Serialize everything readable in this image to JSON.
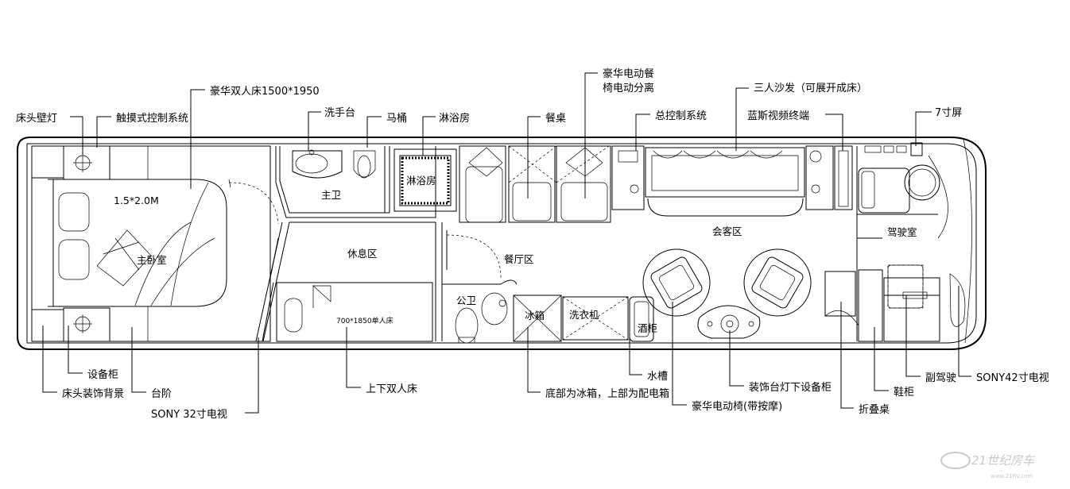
{
  "callouts_top": {
    "bedside_lamp": "床头壁灯",
    "touch_control": "触摸式控制系统",
    "luxury_bed": "豪华双人床1500*1950",
    "wash_basin": "洗手台",
    "toilet": "马桶",
    "shower": "淋浴房",
    "dining_table": "餐桌",
    "dining_chair_line1": "豪华电动餐",
    "dining_chair_line2": "椅电动分离",
    "master_control": "总控制系统",
    "sofa": "三人沙发（可展开成床）",
    "bluesky_terminal": "蓝斯视频终端",
    "screen7": "7寸屏"
  },
  "callouts_bottom": {
    "equipment_cabinet": "设备柜",
    "headboard_bg": "床头装饰背景",
    "step": "台阶",
    "sony32": "SONY 32寸电视",
    "bunk_bed": "上下双人床",
    "fridge_note": "底部为冰箱，上部为配电箱",
    "sink": "水槽",
    "luxury_chair": "豪华电动椅(带按摩)",
    "deco_cabinet": "装饰台灯下设备柜",
    "folding_table": "折叠桌",
    "shoe_cabinet": "鞋柜",
    "codriver": "副驾驶",
    "sony42": "SONY42寸电视"
  },
  "rooms": {
    "bed_size": "1.5*2.0M",
    "master_bedroom": "主卧室",
    "master_bath": "主卫",
    "shower_room": "淋浴房",
    "lounge": "休息区",
    "single_bed": "700*1850单人床",
    "dining_area": "餐厅区",
    "public_wc": "公卫",
    "fridge": "冰箱",
    "washer": "洗衣机",
    "wine_cabinet": "酒柜",
    "living_room": "会客区",
    "cockpit": "驾驶室"
  },
  "watermark": {
    "brand": "21世纪房车",
    "url": "www.21RV.com"
  }
}
